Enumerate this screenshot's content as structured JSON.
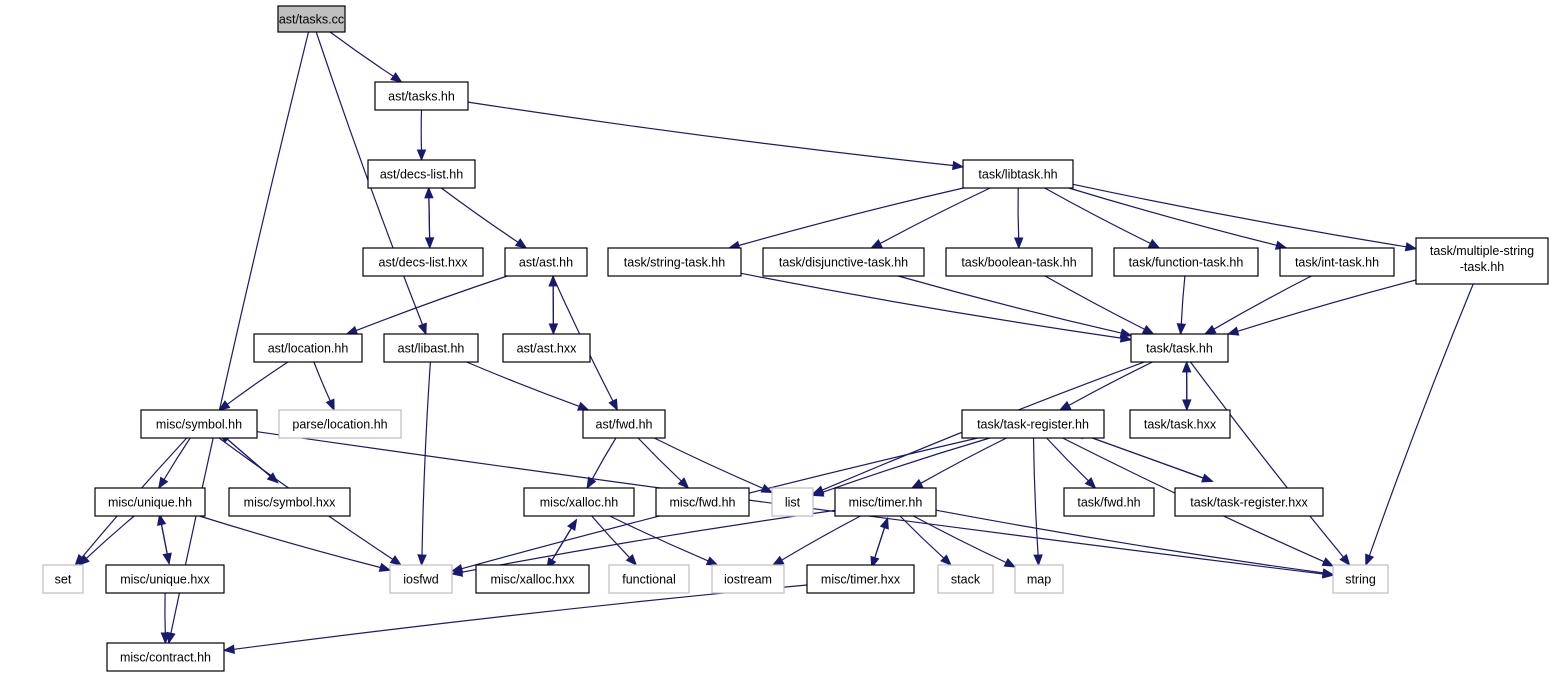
{
  "colors": {
    "edge": "#191970",
    "main_fill": "#bfbfbf",
    "project_border": "#000000",
    "external_border": "#bfbfbf"
  },
  "nodes": [
    {
      "id": "ast_tasks_cc",
      "label": "ast/tasks.cc",
      "kind": "main"
    },
    {
      "id": "ast_tasks_hh",
      "label": "ast/tasks.hh",
      "kind": "project"
    },
    {
      "id": "ast_decs_list_hh",
      "label": "ast/decs-list.hh",
      "kind": "project"
    },
    {
      "id": "ast_decs_list_hxx",
      "label": "ast/decs-list.hxx",
      "kind": "project"
    },
    {
      "id": "ast_ast_hh",
      "label": "ast/ast.hh",
      "kind": "project"
    },
    {
      "id": "ast_ast_hxx",
      "label": "ast/ast.hxx",
      "kind": "project"
    },
    {
      "id": "ast_location_hh",
      "label": "ast/location.hh",
      "kind": "project"
    },
    {
      "id": "ast_libast_hh",
      "label": "ast/libast.hh",
      "kind": "project"
    },
    {
      "id": "parse_location_hh",
      "label": "parse/location.hh",
      "kind": "external"
    },
    {
      "id": "misc_symbol_hh",
      "label": "misc/symbol.hh",
      "kind": "project"
    },
    {
      "id": "misc_symbol_hxx",
      "label": "misc/symbol.hxx",
      "kind": "project"
    },
    {
      "id": "misc_unique_hh",
      "label": "misc/unique.hh",
      "kind": "project"
    },
    {
      "id": "misc_unique_hxx",
      "label": "misc/unique.hxx",
      "kind": "project"
    },
    {
      "id": "set",
      "label": "set",
      "kind": "external"
    },
    {
      "id": "misc_contract_hh",
      "label": "misc/contract.hh",
      "kind": "project"
    },
    {
      "id": "ast_fwd_hh",
      "label": "ast/fwd.hh",
      "kind": "project"
    },
    {
      "id": "misc_xalloc_hh",
      "label": "misc/xalloc.hh",
      "kind": "project"
    },
    {
      "id": "misc_xalloc_hxx",
      "label": "misc/xalloc.hxx",
      "kind": "project"
    },
    {
      "id": "misc_fwd_hh",
      "label": "misc/fwd.hh",
      "kind": "project"
    },
    {
      "id": "functional",
      "label": "functional",
      "kind": "external"
    },
    {
      "id": "iosfwd",
      "label": "iosfwd",
      "kind": "external"
    },
    {
      "id": "iostream",
      "label": "iostream",
      "kind": "external"
    },
    {
      "id": "list",
      "label": "list",
      "kind": "external"
    },
    {
      "id": "task_libtask_hh",
      "label": "task/libtask.hh",
      "kind": "project"
    },
    {
      "id": "task_string_task_hh",
      "label": "task/string-task.hh",
      "kind": "project"
    },
    {
      "id": "task_disjunctive_task_hh",
      "label": "task/disjunctive-task.hh",
      "kind": "project"
    },
    {
      "id": "task_boolean_task_hh",
      "label": "task/boolean-task.hh",
      "kind": "project"
    },
    {
      "id": "task_function_task_hh",
      "label": "task/function-task.hh",
      "kind": "project"
    },
    {
      "id": "task_int_task_hh",
      "label": "task/int-task.hh",
      "kind": "project"
    },
    {
      "id": "task_multiple_string_task_hh",
      "label": "task/multiple-string",
      "label2": "-task.hh",
      "kind": "project"
    },
    {
      "id": "task_task_hh",
      "label": "task/task.hh",
      "kind": "project"
    },
    {
      "id": "task_task_hxx",
      "label": "task/task.hxx",
      "kind": "project"
    },
    {
      "id": "task_task_register_hh",
      "label": "task/task-register.hh",
      "kind": "project"
    },
    {
      "id": "task_task_register_hxx",
      "label": "task/task-register.hxx",
      "kind": "project"
    },
    {
      "id": "task_fwd_hh",
      "label": "task/fwd.hh",
      "kind": "project"
    },
    {
      "id": "misc_timer_hh",
      "label": "misc/timer.hh",
      "kind": "project"
    },
    {
      "id": "misc_timer_hxx",
      "label": "misc/timer.hxx",
      "kind": "project"
    },
    {
      "id": "stack",
      "label": "stack",
      "kind": "external"
    },
    {
      "id": "map",
      "label": "map",
      "kind": "external"
    },
    {
      "id": "string",
      "label": "string",
      "kind": "external"
    }
  ],
  "edges": [
    [
      "ast_tasks_cc",
      "ast_tasks_hh"
    ],
    [
      "ast_tasks_cc",
      "ast_libast_hh"
    ],
    [
      "ast_tasks_cc",
      "misc_contract_hh"
    ],
    [
      "ast_tasks_hh",
      "ast_decs_list_hh"
    ],
    [
      "ast_tasks_hh",
      "task_libtask_hh"
    ],
    [
      "ast_decs_list_hh",
      "ast_decs_list_hxx"
    ],
    [
      "ast_decs_list_hxx",
      "ast_decs_list_hh"
    ],
    [
      "ast_decs_list_hh",
      "ast_ast_hh"
    ],
    [
      "ast_ast_hh",
      "ast_ast_hxx"
    ],
    [
      "ast_ast_hxx",
      "ast_ast_hh"
    ],
    [
      "ast_ast_hh",
      "ast_location_hh"
    ],
    [
      "ast_ast_hh",
      "ast_fwd_hh"
    ],
    [
      "ast_location_hh",
      "misc_symbol_hh"
    ],
    [
      "ast_location_hh",
      "parse_location_hh"
    ],
    [
      "ast_libast_hh",
      "ast_fwd_hh"
    ],
    [
      "ast_libast_hh",
      "iosfwd"
    ],
    [
      "misc_symbol_hh",
      "set"
    ],
    [
      "misc_symbol_hh",
      "misc_unique_hh"
    ],
    [
      "misc_symbol_hh",
      "misc_symbol_hxx"
    ],
    [
      "misc_symbol_hxx",
      "misc_symbol_hh"
    ],
    [
      "misc_symbol_hh",
      "iosfwd"
    ],
    [
      "misc_symbol_hh",
      "string"
    ],
    [
      "misc_unique_hh",
      "set"
    ],
    [
      "misc_unique_hh",
      "misc_unique_hxx"
    ],
    [
      "misc_unique_hxx",
      "misc_unique_hh"
    ],
    [
      "misc_unique_hh",
      "iosfwd"
    ],
    [
      "misc_unique_hxx",
      "misc_contract_hh"
    ],
    [
      "ast_fwd_hh",
      "misc_xalloc_hh"
    ],
    [
      "ast_fwd_hh",
      "misc_fwd_hh"
    ],
    [
      "ast_fwd_hh",
      "list"
    ],
    [
      "misc_xalloc_hh",
      "misc_xalloc_hxx"
    ],
    [
      "misc_xalloc_hxx",
      "misc_xalloc_hh"
    ],
    [
      "misc_xalloc_hh",
      "functional"
    ],
    [
      "misc_xalloc_hh",
      "iostream"
    ],
    [
      "task_libtask_hh",
      "task_string_task_hh"
    ],
    [
      "task_libtask_hh",
      "task_disjunctive_task_hh"
    ],
    [
      "task_libtask_hh",
      "task_boolean_task_hh"
    ],
    [
      "task_libtask_hh",
      "task_function_task_hh"
    ],
    [
      "task_libtask_hh",
      "task_int_task_hh"
    ],
    [
      "task_libtask_hh",
      "task_multiple_string_task_hh"
    ],
    [
      "task_string_task_hh",
      "task_task_hh"
    ],
    [
      "task_disjunctive_task_hh",
      "task_task_hh"
    ],
    [
      "task_boolean_task_hh",
      "task_task_hh"
    ],
    [
      "task_function_task_hh",
      "task_task_hh"
    ],
    [
      "task_int_task_hh",
      "task_task_hh"
    ],
    [
      "task_multiple_string_task_hh",
      "task_task_hh"
    ],
    [
      "task_multiple_string_task_hh",
      "string"
    ],
    [
      "task_task_hh",
      "task_task_hxx"
    ],
    [
      "task_task_hxx",
      "task_task_hh"
    ],
    [
      "task_task_hh",
      "task_task_register_hh"
    ],
    [
      "task_task_hh",
      "list"
    ],
    [
      "task_task_hh",
      "string"
    ],
    [
      "task_task_register_hh",
      "iosfwd"
    ],
    [
      "task_task_register_hh",
      "list"
    ],
    [
      "task_task_register_hh",
      "misc_timer_hh"
    ],
    [
      "task_task_register_hh",
      "map"
    ],
    [
      "task_task_register_hh",
      "task_fwd_hh"
    ],
    [
      "task_task_register_hh",
      "task_task_register_hxx"
    ],
    [
      "task_task_register_hxx",
      "task_task_register_hh"
    ],
    [
      "task_task_register_hh",
      "string"
    ],
    [
      "misc_timer_hh",
      "iosfwd"
    ],
    [
      "misc_timer_hh",
      "iostream"
    ],
    [
      "misc_timer_hh",
      "misc_timer_hxx"
    ],
    [
      "misc_timer_hxx",
      "misc_timer_hh"
    ],
    [
      "misc_timer_hh",
      "stack"
    ],
    [
      "misc_timer_hh",
      "map"
    ],
    [
      "misc_timer_hh",
      "string"
    ],
    [
      "misc_timer_hxx",
      "misc_contract_hh"
    ]
  ]
}
